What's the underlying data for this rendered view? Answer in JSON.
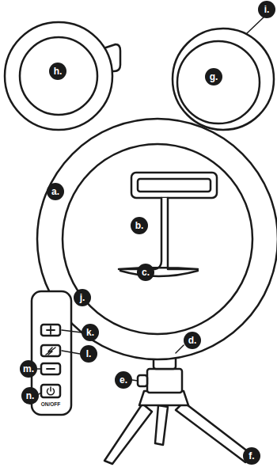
{
  "diagram": {
    "labels": [
      "i.",
      "h.",
      "g.",
      "a.",
      "b.",
      "c.",
      "j.",
      "d.",
      "k.",
      "l.",
      "m.",
      "e.",
      "n.",
      "f.",
      "ON/OFF"
    ]
  }
}
